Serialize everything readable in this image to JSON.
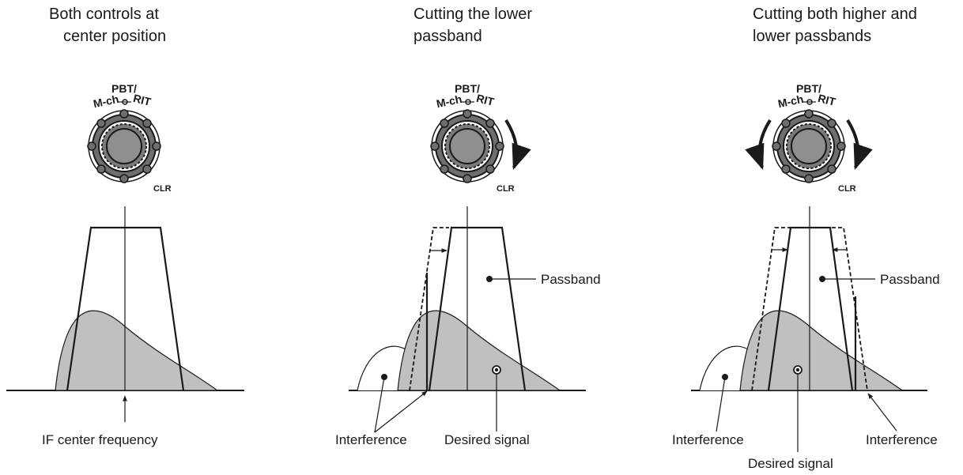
{
  "panels": [
    {
      "title_line1": "Both controls at",
      "title_line2": "center position",
      "knob": {
        "line1": "PBT/",
        "line2": "M-ch",
        "line3": "RIT",
        "clr": "CLR"
      },
      "labels": {
        "if_center": "IF center frequency"
      }
    },
    {
      "title_line1": "Cutting the lower",
      "title_line2": "passband",
      "knob": {
        "line1": "PBT/",
        "line2": "M-ch",
        "line3": "RIT",
        "clr": "CLR"
      },
      "labels": {
        "passband": "Passband",
        "interference": "Interference",
        "desired_signal": "Desired signal"
      }
    },
    {
      "title_line1": "Cutting both higher and",
      "title_line2": "lower passbands",
      "knob": {
        "line1": "PBT/",
        "line2": "M-ch",
        "line3": "RIT",
        "clr": "CLR"
      },
      "labels": {
        "passband": "Passband",
        "interference_left": "Interference",
        "interference_right": "Interference",
        "desired_signal": "Desired signal"
      }
    }
  ],
  "colors": {
    "signal_fill": "#c0c0c0",
    "knob_dark": "#6e6e6e",
    "knob_mid": "#8f8f8f",
    "stroke": "#1a1a1a"
  }
}
